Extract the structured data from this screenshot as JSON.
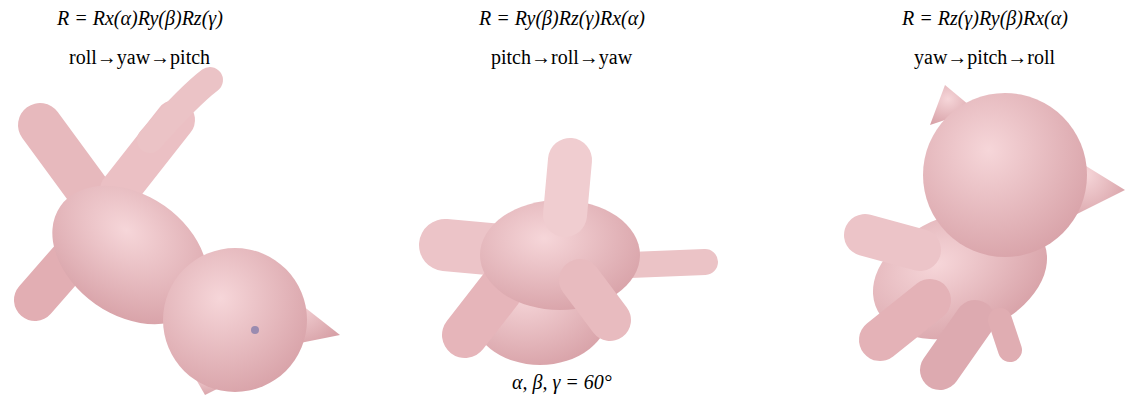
{
  "diagram": {
    "caption": "α, β, γ = 60°",
    "labels": [
      "R = Rx(α)Ry(β)Rz(γ)",
      "roll→yaw→pitch",
      "R = Ry(β)Rz(γ)Rx(α)",
      "pitch→roll→yaw",
      "R = Rz(γ)Ry(β)Rx(α)",
      "yaw→pitch→roll"
    ]
  }
}
